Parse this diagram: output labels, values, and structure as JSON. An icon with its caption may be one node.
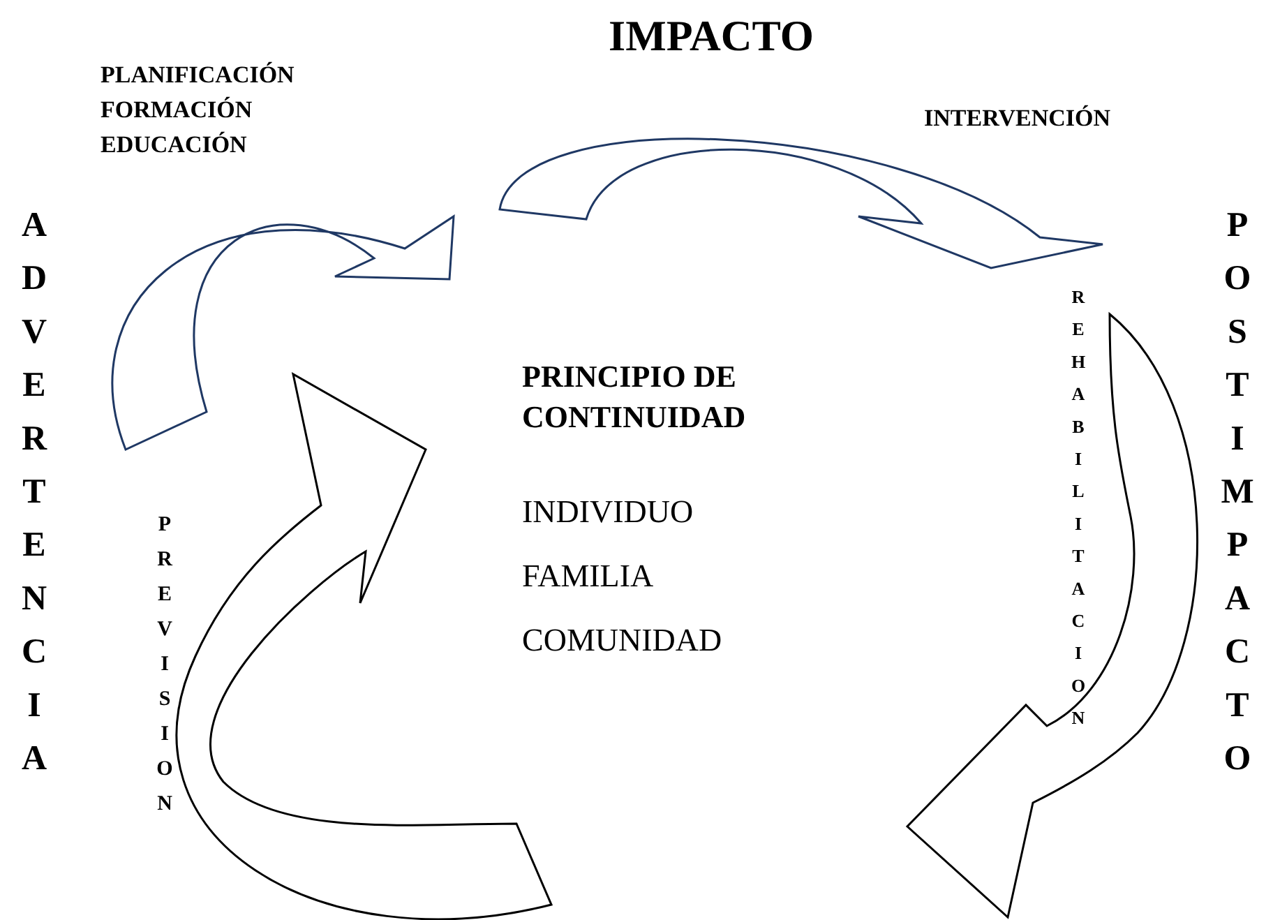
{
  "diagram": {
    "labels": [
      "IMPACTO",
      "PLANIFICACIÓN",
      "FORMACIÓN",
      "EDUCACIÓN",
      "INTERVENCIÓN",
      "ADVERTENCIA",
      "POSTIMPACTO",
      "REHABILITACION",
      "PRINCIPIO DE CONTINUIDAD",
      "INDIVIDUO",
      "FAMILIA",
      "COMUNIDAD",
      "PREVISION"
    ]
  }
}
